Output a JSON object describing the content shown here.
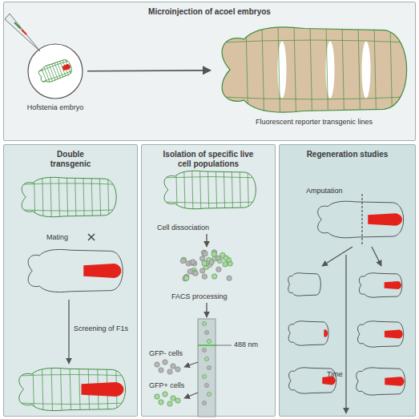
{
  "diagram": {
    "nodes": [
      {
        "text": [
          "Microinjection of acoel embryos"
        ]
      },
      {
        "text": [
          "Hofstenia embryo"
        ],
        "in": 0
      },
      {
        "text": [
          "Fluorescent reporter transgenic lines"
        ],
        "in": 0
      },
      {
        "text": [
          "Double transgenic"
        ]
      },
      {
        "text": [
          "Isolation of specific live cell populations"
        ]
      },
      {
        "text": [
          "Regeneration studies"
        ]
      }
    ],
    "edges": [
      {
        "from": 1,
        "to": 2,
        "arrow": "to"
      }
    ],
    "labels": [
      "Mating",
      "Screening of F1s",
      "Cell dissociation",
      "FACS processing",
      "488 nm",
      "GFP- cells",
      "GFP+ cells",
      "Amputation",
      "Time"
    ]
  }
}
